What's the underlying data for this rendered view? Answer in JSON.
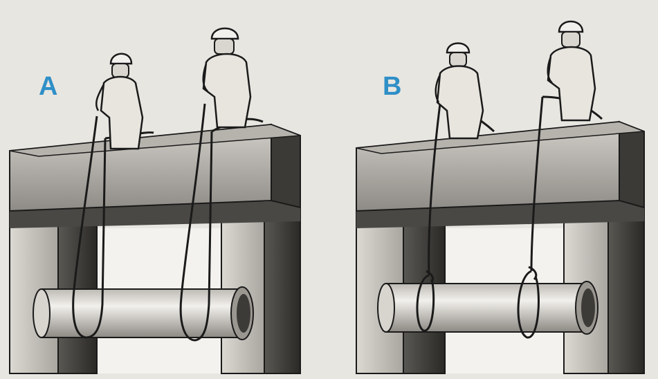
{
  "panels": [
    {
      "label": "A"
    },
    {
      "label": "B"
    }
  ],
  "colors": {
    "label": "#2f8fc7",
    "background": "#e8e6e1",
    "ink": "#1a1a1a"
  },
  "icons": {
    "panel_a": "two-workers-lifting-pipe-with-open-rope-slings",
    "panel_b": "two-workers-lifting-pipe-with-choker-hitch-slings"
  }
}
